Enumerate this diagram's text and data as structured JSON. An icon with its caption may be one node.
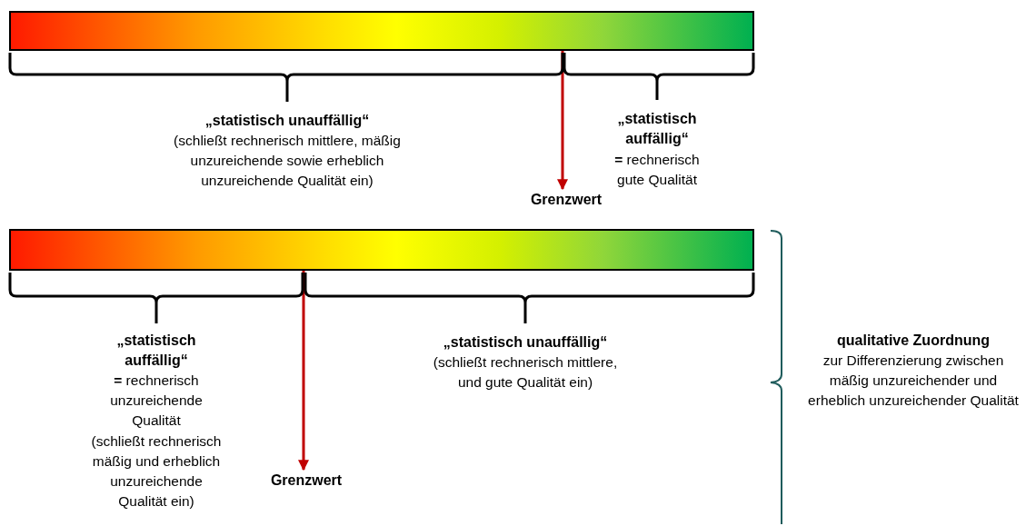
{
  "diagram": {
    "nodes": [
      {
        "text": [],
        "shape": "bar"
      },
      {
        "text": [
          "Grenzwert"
        ]
      },
      {
        "text": [],
        "shape": "bar"
      },
      {
        "text": [
          "Grenzwert"
        ]
      }
    ],
    "edges": [
      {
        "from": 0,
        "to": 1,
        "arrow": "to"
      },
      {
        "from": 2,
        "to": 3,
        "arrow": "to"
      }
    ],
    "labels": [
      "„statistisch unauffällig“",
      "(schließt rechnerisch mittlere, mäßig unzureichende sowie erheblich unzureichende Qualität ein)",
      "„statistisch auffällig“",
      "**=** rechnerisch gute Qualität",
      "„statistisch auffällig“",
      "**=** rechnerisch unzureichende Qualität",
      "(schließt rechnerisch mäßig und erheblich unzureichende Qualität ein)",
      "„statistisch unauffällig“",
      "(schließt rechnerisch mittlere, und gute Qualität ein)",
      "qualitative Zuordnung",
      "zur Differenzierung zwischen mäßig unzureichender und erheblich unzureichender Qualität"
    ]
  }
}
